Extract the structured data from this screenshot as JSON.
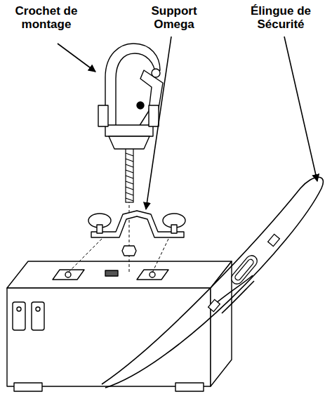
{
  "diagram": {
    "labels": [
      "Crochet de montage",
      "Support Omega",
      "Élingue de Sécurité"
    ]
  }
}
